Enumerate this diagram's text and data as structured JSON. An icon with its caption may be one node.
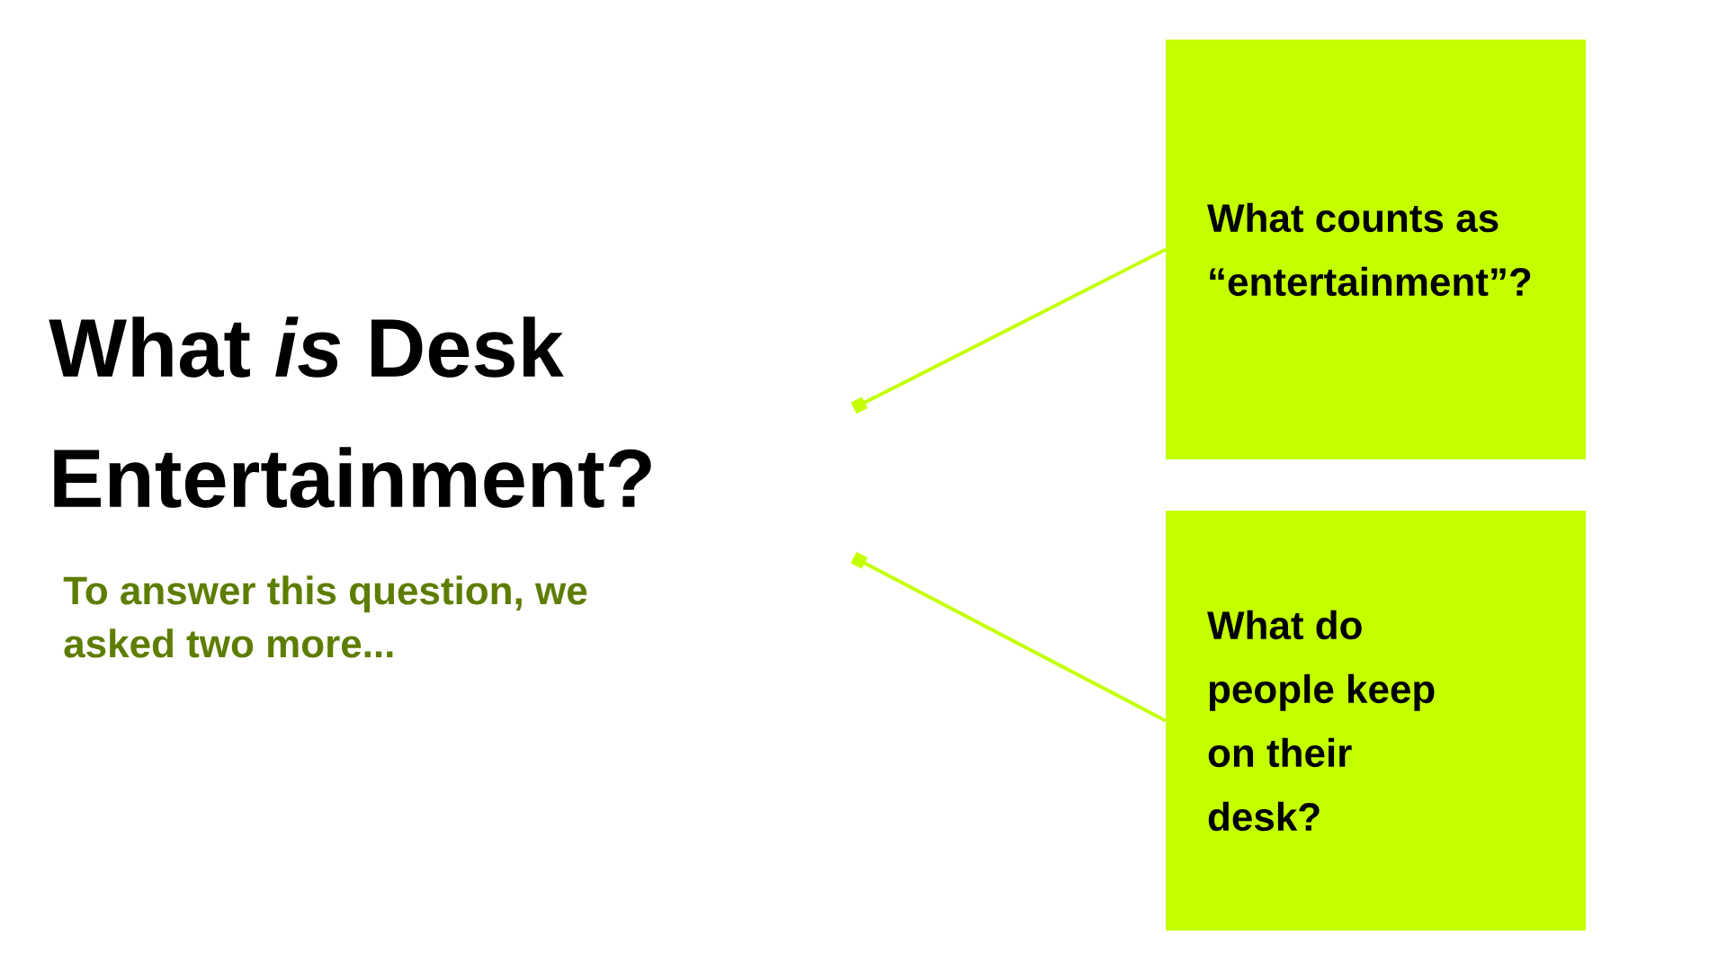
{
  "diagram": {
    "title": "What *is* Desk Entertainment?",
    "nodes": [
      {
        "text": [
          "What counts as “entertainment”?"
        ]
      },
      {
        "text": [
          "What do people keep on their desk?"
        ]
      }
    ],
    "edges": [
      {
        "from": null,
        "to": 0,
        "arrow": "other"
      },
      {
        "from": null,
        "to": 1,
        "arrow": "other"
      }
    ],
    "labels": [
      "To answer this question, we asked two more..."
    ]
  }
}
